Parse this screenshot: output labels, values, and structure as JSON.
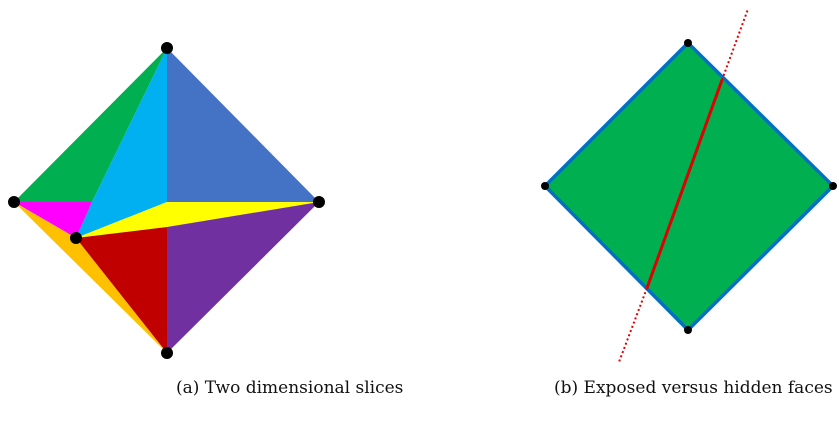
{
  "panels": [
    {
      "caption": "(a) Two dimensional slices",
      "faces": [
        {
          "name": "green-face",
          "color": "#00B050"
        },
        {
          "name": "cyan-face",
          "color": "#00B0F0"
        },
        {
          "name": "blue-face",
          "color": "#4472C4"
        },
        {
          "name": "magenta-face",
          "color": "#FF00FF"
        },
        {
          "name": "yellow-face",
          "color": "#FFFF00"
        },
        {
          "name": "orange-face",
          "color": "#FFC000"
        },
        {
          "name": "red-face",
          "color": "#C00000"
        },
        {
          "name": "purple-face",
          "color": "#7030A0"
        }
      ],
      "vertex_color": "#000000"
    },
    {
      "caption": "(b) Exposed versus hidden faces",
      "fill_color": "#00B050",
      "edge_color": "#0070C0",
      "cut_line_color": "#E00000",
      "vertex_color": "#000000"
    }
  ]
}
